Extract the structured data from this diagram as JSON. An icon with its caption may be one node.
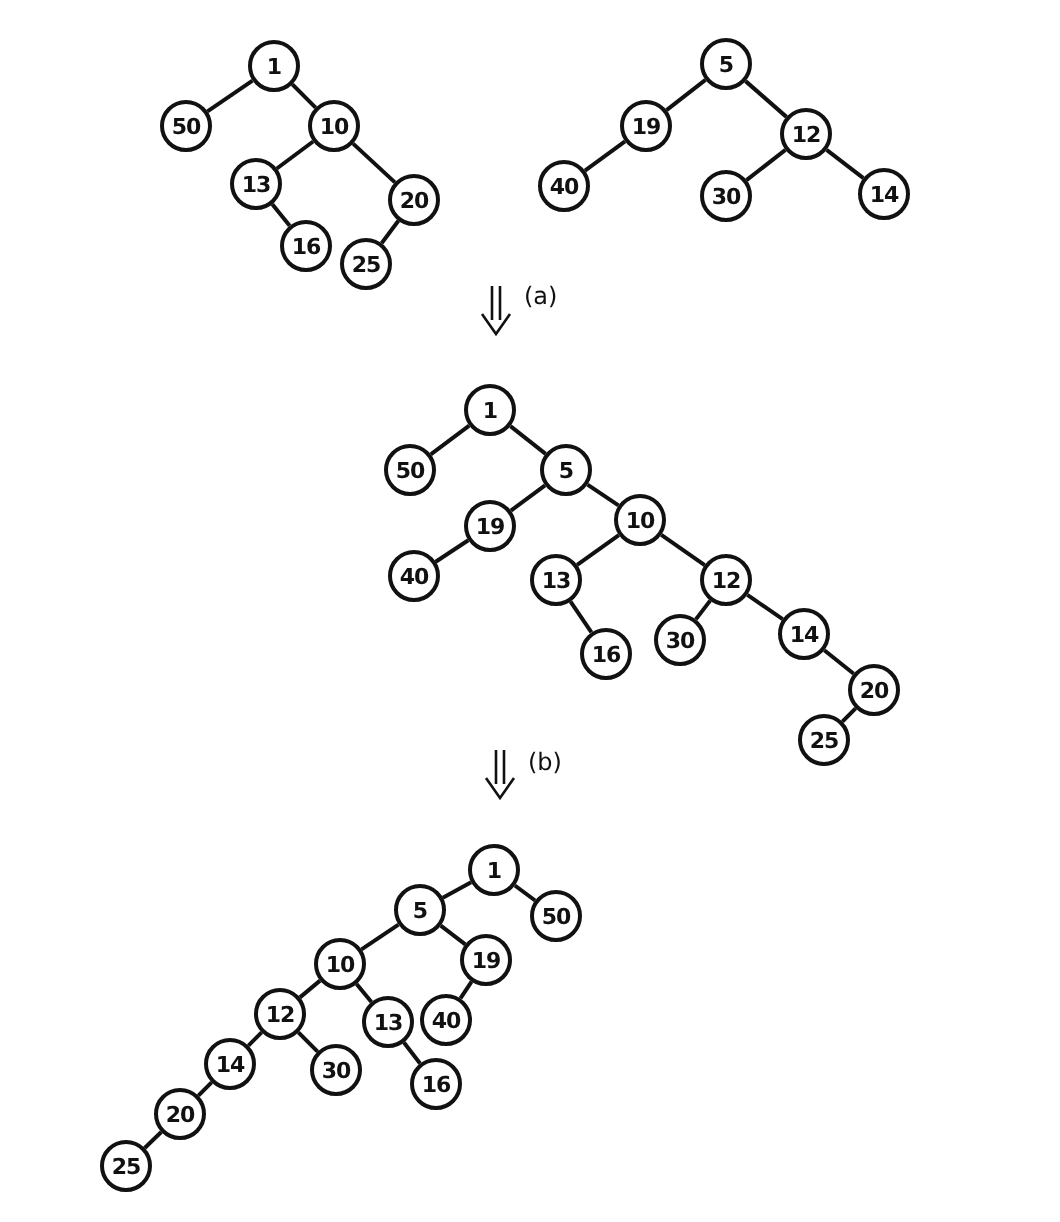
{
  "diagram": {
    "nodes": [
      {
        "text": [
          "1"
        ]
      },
      {
        "text": [
          "50"
        ]
      },
      {
        "text": [
          "10"
        ]
      },
      {
        "text": [
          "13"
        ]
      },
      {
        "text": [
          "20"
        ]
      },
      {
        "text": [
          "16"
        ]
      },
      {
        "text": [
          "25"
        ]
      },
      {
        "text": [
          "5"
        ]
      },
      {
        "text": [
          "19"
        ]
      },
      {
        "text": [
          "12"
        ]
      },
      {
        "text": [
          "40"
        ]
      },
      {
        "text": [
          "30"
        ]
      },
      {
        "text": [
          "14"
        ]
      },
      {
        "text": [
          "1"
        ]
      },
      {
        "text": [
          "50"
        ]
      },
      {
        "text": [
          "5"
        ]
      },
      {
        "text": [
          "19"
        ]
      },
      {
        "text": [
          "10"
        ]
      },
      {
        "text": [
          "40"
        ]
      },
      {
        "text": [
          "13"
        ]
      },
      {
        "text": [
          "12"
        ]
      },
      {
        "text": [
          "16"
        ]
      },
      {
        "text": [
          "30"
        ]
      },
      {
        "text": [
          "14"
        ]
      },
      {
        "text": [
          "20"
        ]
      },
      {
        "text": [
          "25"
        ]
      },
      {
        "text": [
          "1"
        ]
      },
      {
        "text": [
          "5"
        ]
      },
      {
        "text": [
          "50"
        ]
      },
      {
        "text": [
          "10"
        ]
      },
      {
        "text": [
          "19"
        ]
      },
      {
        "text": [
          "12"
        ]
      },
      {
        "text": [
          "13"
        ]
      },
      {
        "text": [
          "40"
        ]
      },
      {
        "text": [
          "14"
        ]
      },
      {
        "text": [
          "30"
        ]
      },
      {
        "text": [
          "16"
        ]
      },
      {
        "text": [
          "20"
        ]
      },
      {
        "text": [
          "25"
        ]
      }
    ],
    "edges": [
      {
        "from": 0,
        "to": 1,
        "arrow": "none"
      },
      {
        "from": 0,
        "to": 2,
        "arrow": "none"
      },
      {
        "from": 2,
        "to": 3,
        "arrow": "none"
      },
      {
        "from": 2,
        "to": 4,
        "arrow": "none"
      },
      {
        "from": 3,
        "to": 5,
        "arrow": "none"
      },
      {
        "from": 4,
        "to": 6,
        "arrow": "none"
      },
      {
        "from": 7,
        "to": 8,
        "arrow": "none"
      },
      {
        "from": 7,
        "to": 9,
        "arrow": "none"
      },
      {
        "from": 8,
        "to": 10,
        "arrow": "none"
      },
      {
        "from": 9,
        "to": 11,
        "arrow": "none"
      },
      {
        "from": 9,
        "to": 12,
        "arrow": "none"
      },
      {
        "from": 13,
        "to": 14,
        "arrow": "none"
      },
      {
        "from": 13,
        "to": 15,
        "arrow": "none"
      },
      {
        "from": 15,
        "to": 16,
        "arrow": "none"
      },
      {
        "from": 15,
        "to": 17,
        "arrow": "none"
      },
      {
        "from": 16,
        "to": 18,
        "arrow": "none"
      },
      {
        "from": 17,
        "to": 19,
        "arrow": "none"
      },
      {
        "from": 17,
        "to": 20,
        "arrow": "none"
      },
      {
        "from": 19,
        "to": 21,
        "arrow": "none"
      },
      {
        "from": 20,
        "to": 22,
        "arrow": "none"
      },
      {
        "from": 20,
        "to": 23,
        "arrow": "none"
      },
      {
        "from": 23,
        "to": 24,
        "arrow": "none"
      },
      {
        "from": 24,
        "to": 25,
        "arrow": "none"
      },
      {
        "from": 26,
        "to": 27,
        "arrow": "none"
      },
      {
        "from": 26,
        "to": 28,
        "arrow": "none"
      },
      {
        "from": 27,
        "to": 29,
        "arrow": "none"
      },
      {
        "from": 27,
        "to": 30,
        "arrow": "none"
      },
      {
        "from": 29,
        "to": 31,
        "arrow": "none"
      },
      {
        "from": 29,
        "to": 32,
        "arrow": "none"
      },
      {
        "from": 30,
        "to": 33,
        "arrow": "none"
      },
      {
        "from": 31,
        "to": 34,
        "arrow": "none"
      },
      {
        "from": 31,
        "to": 35,
        "arrow": "none"
      },
      {
        "from": 32,
        "to": 36,
        "arrow": "none"
      },
      {
        "from": 34,
        "to": 37,
        "arrow": "none"
      },
      {
        "from": 37,
        "to": 38,
        "arrow": "none"
      }
    ],
    "labels": [
      "(a)",
      "(b)"
    ]
  }
}
